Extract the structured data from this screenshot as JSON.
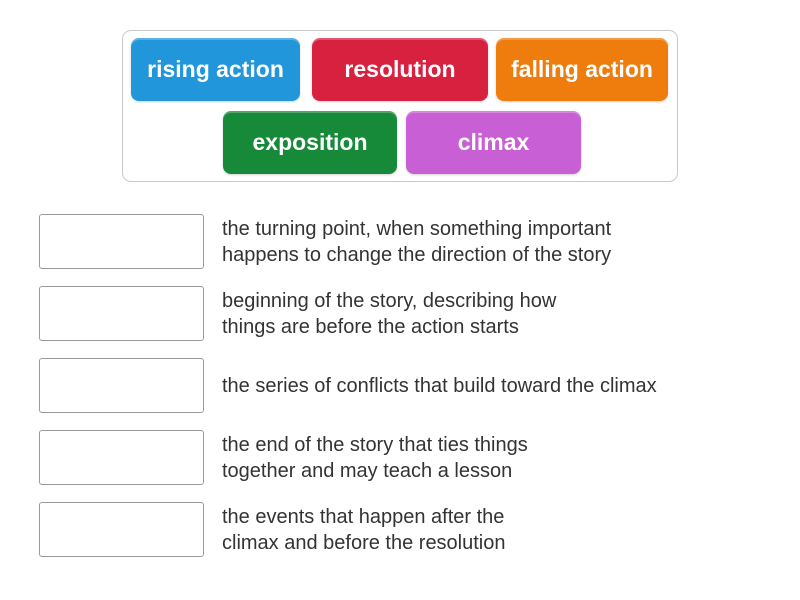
{
  "word_bank": {
    "tiles": [
      {
        "label": "rising action",
        "color": "#2196db"
      },
      {
        "label": "resolution",
        "color": "#d8213f"
      },
      {
        "label": "falling action",
        "color": "#ee7d0e"
      },
      {
        "label": "exposition",
        "color": "#178a3a"
      },
      {
        "label": "climax",
        "color": "#c95fd4"
      }
    ]
  },
  "questions": [
    {
      "definition": "the turning point, when something important\nhappens to change the direction of the story"
    },
    {
      "definition": "beginning of the story, describing how\nthings are before the action starts"
    },
    {
      "definition": "the series of conflicts that build toward the climax"
    },
    {
      "definition": "the end of the story that ties things\ntogether and may teach a lesson"
    },
    {
      "definition": "the events that happen after the\nclimax and before the resolution"
    }
  ]
}
